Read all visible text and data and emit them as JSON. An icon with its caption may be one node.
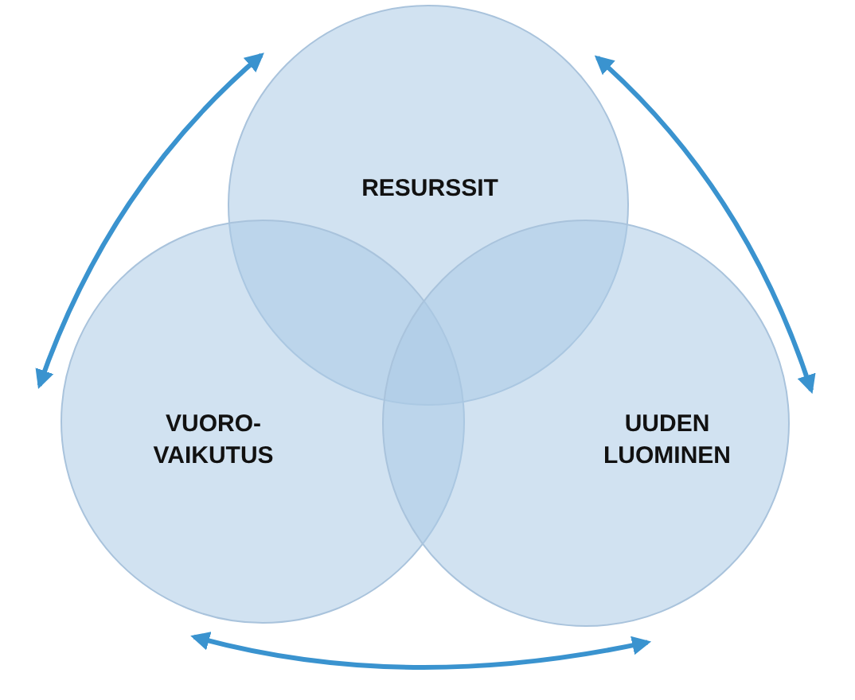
{
  "diagram": {
    "nodes": [
      {
        "text": [
          "RESURSSIT"
        ]
      },
      {
        "text": [
          "VUORO- VAIKUTUS"
        ]
      },
      {
        "text": [
          "UUDEN LUOMINEN"
        ]
      }
    ],
    "edges": [
      {
        "from": 0,
        "to": 1,
        "arrow": "both"
      },
      {
        "from": 0,
        "to": 2,
        "arrow": "both"
      },
      {
        "from": 1,
        "to": 2,
        "arrow": "both"
      }
    ]
  }
}
